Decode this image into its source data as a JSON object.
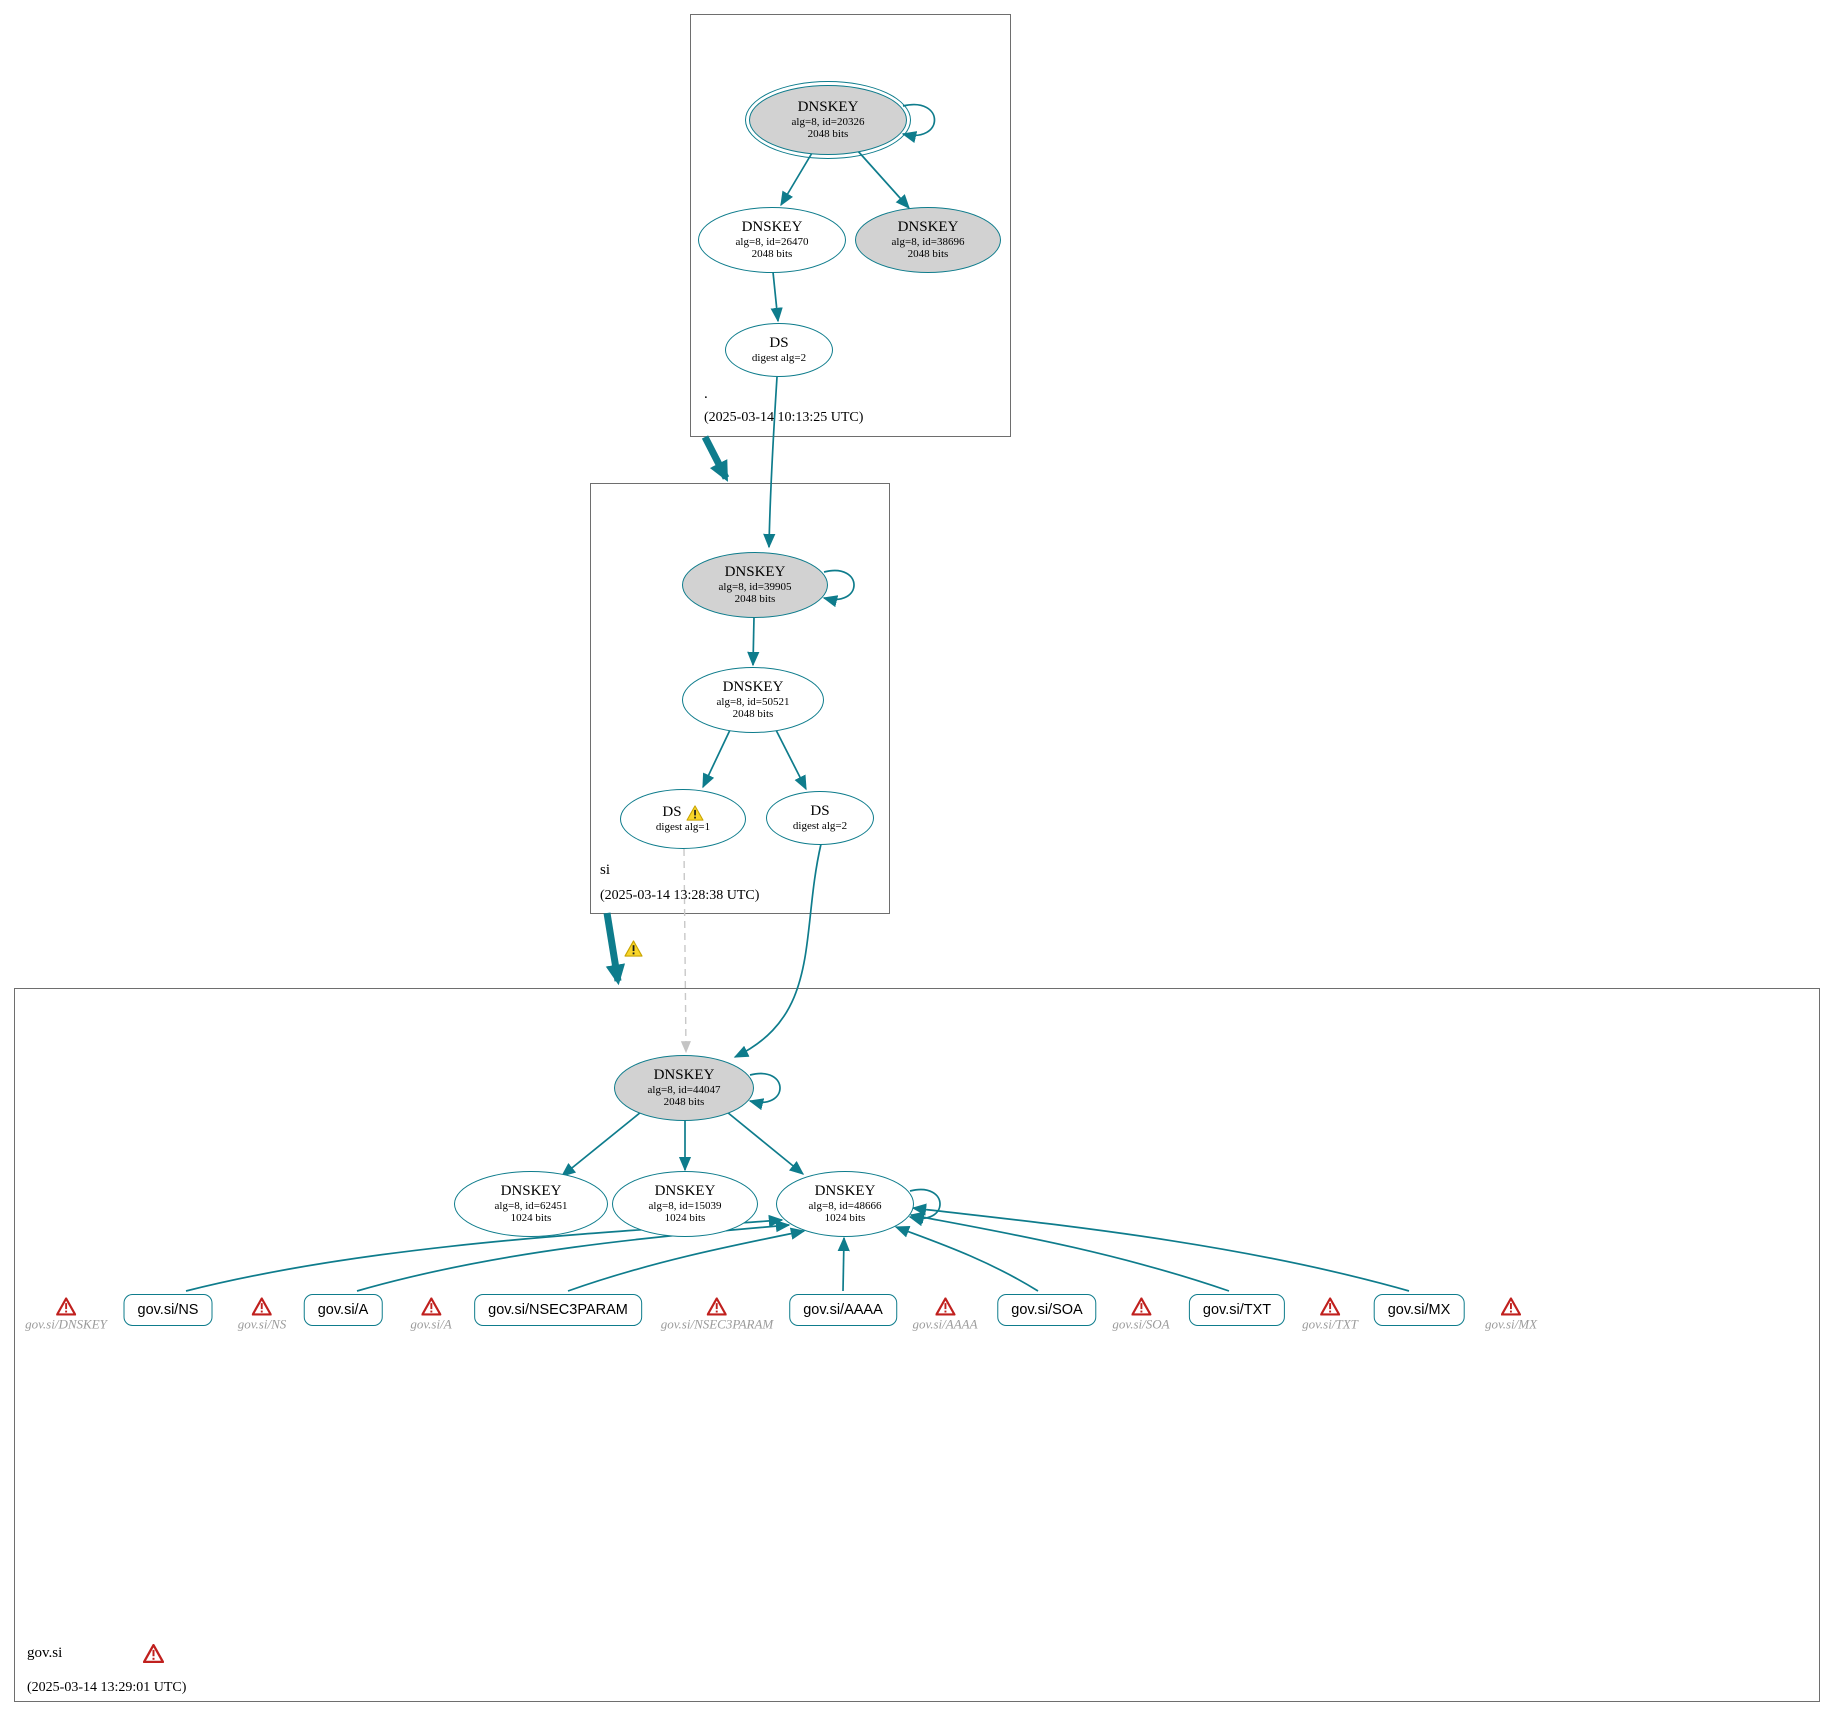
{
  "zones": {
    "root": {
      "name": ".",
      "timestamp": "(2025-03-14 10:13:25 UTC)"
    },
    "si": {
      "name": "si",
      "timestamp": "(2025-03-14 13:28:38 UTC)"
    },
    "govsi": {
      "name": "gov.si",
      "timestamp": "(2025-03-14 13:29:01 UTC)"
    }
  },
  "nodes": {
    "root_ksk": {
      "title": "DNSKEY",
      "line1": "alg=8, id=20326",
      "line2": "2048 bits"
    },
    "root_zsk": {
      "title": "DNSKEY",
      "line1": "alg=8, id=26470",
      "line2": "2048 bits"
    },
    "root_key2": {
      "title": "DNSKEY",
      "line1": "alg=8, id=38696",
      "line2": "2048 bits"
    },
    "root_ds": {
      "title": "DS",
      "line1": "digest alg=2"
    },
    "si_ksk": {
      "title": "DNSKEY",
      "line1": "alg=8, id=39905",
      "line2": "2048 bits"
    },
    "si_zsk": {
      "title": "DNSKEY",
      "line1": "alg=8, id=50521",
      "line2": "2048 bits"
    },
    "si_ds1": {
      "title": "DS",
      "line1": "digest alg=1"
    },
    "si_ds2": {
      "title": "DS",
      "line1": "digest alg=2"
    },
    "govsi_ksk": {
      "title": "DNSKEY",
      "line1": "alg=8, id=44047",
      "line2": "2048 bits"
    },
    "govsi_zsk1": {
      "title": "DNSKEY",
      "line1": "alg=8, id=62451",
      "line2": "1024 bits"
    },
    "govsi_zsk2": {
      "title": "DNSKEY",
      "line1": "alg=8, id=15039",
      "line2": "1024 bits"
    },
    "govsi_zsk3": {
      "title": "DNSKEY",
      "line1": "alg=8, id=48666",
      "line2": "1024 bits"
    }
  },
  "rrsets": [
    {
      "label": "gov.si/NS"
    },
    {
      "label": "gov.si/A"
    },
    {
      "label": "gov.si/NSEC3PARAM"
    },
    {
      "label": "gov.si/AAAA"
    },
    {
      "label": "gov.si/SOA"
    },
    {
      "label": "gov.si/TXT"
    },
    {
      "label": "gov.si/MX"
    }
  ],
  "errors": [
    {
      "label": "gov.si/DNSKEY"
    },
    {
      "label": "gov.si/NS"
    },
    {
      "label": "gov.si/A"
    },
    {
      "label": "gov.si/NSEC3PARAM"
    },
    {
      "label": "gov.si/AAAA"
    },
    {
      "label": "gov.si/SOA"
    },
    {
      "label": "gov.si/TXT"
    },
    {
      "label": "gov.si/MX"
    }
  ],
  "icons": {
    "error": "red-warning-triangle",
    "warning": "yellow-warning-triangle"
  },
  "colors": {
    "edge": "#0e7c8c",
    "sep_key_fill": "#d2d2d2",
    "error_red": "#c0201e",
    "warning_yellow": "#f8d52a",
    "insecure_gray": "#c4c4c4"
  }
}
